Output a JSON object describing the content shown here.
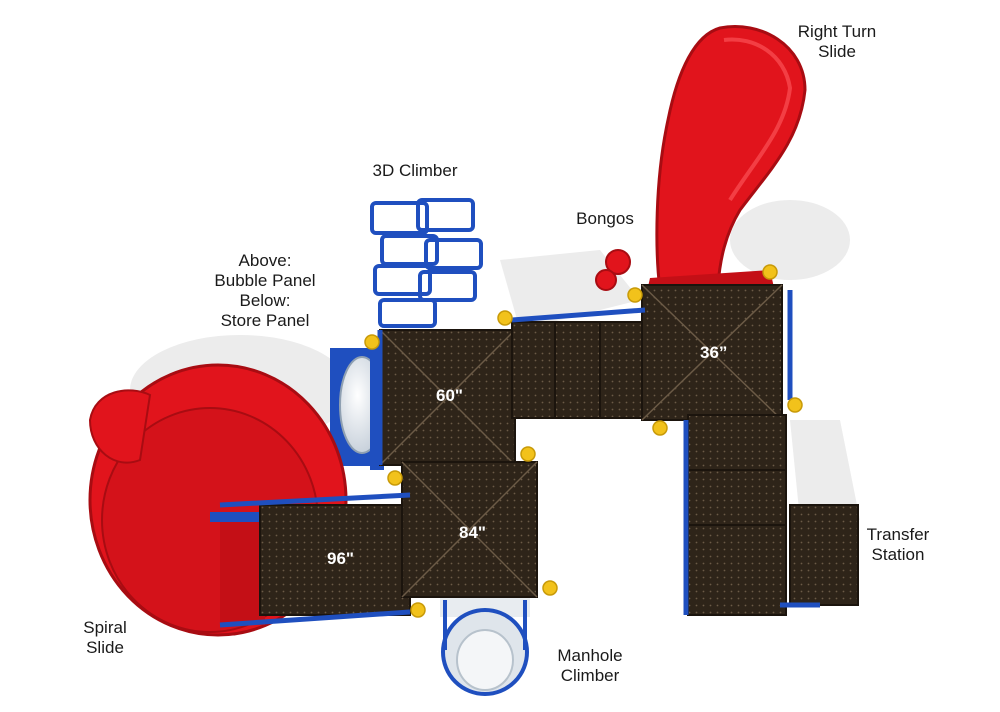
{
  "colors": {
    "deck": "#2e2419",
    "deck_edge": "#1b140d",
    "frame_blue": "#1f4fbf",
    "slide_red": "#e1141c",
    "slide_red_dark": "#a80c12",
    "cap_yellow": "#f2c21b",
    "shadow": "#e4e4e4"
  },
  "labels": {
    "right_turn_slide": [
      "Right Turn",
      "Slide"
    ],
    "climber_3d": [
      "3D Climber"
    ],
    "bongos": [
      "Bongos"
    ],
    "bubble_store": [
      "Above:",
      "Bubble Panel",
      "Below:",
      "Store Panel"
    ],
    "transfer_station": [
      "Transfer",
      "Station"
    ],
    "spiral_slide": [
      "Spiral",
      "Slide"
    ],
    "manhole_climber": [
      "Manhole",
      "Climber"
    ]
  },
  "deck_heights": {
    "deck_60": "60\"",
    "deck_36": "36”",
    "deck_84": "84\"",
    "deck_96": "96\""
  }
}
